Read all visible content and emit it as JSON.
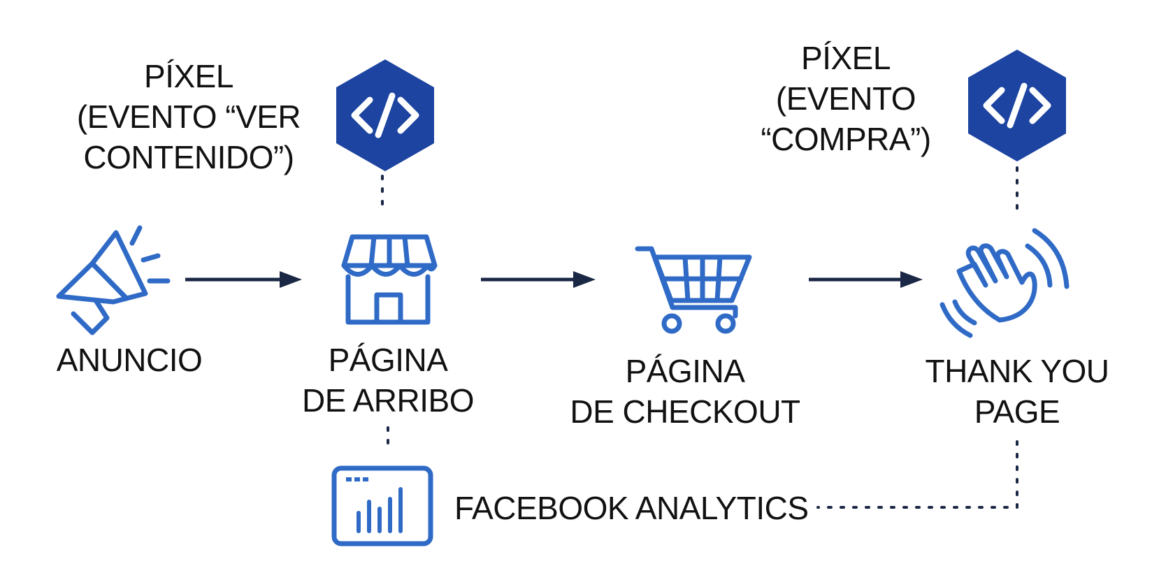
{
  "colors": {
    "icon_blue": "#2f6ac6",
    "hex_blue": "#1c44a0",
    "arrow_navy": "#1a2745",
    "text": "#111111",
    "background": "#ffffff"
  },
  "pixel_labels": {
    "view_content": [
      "PÍXEL",
      "(EVENTO “VER",
      "CONTENIDO”)"
    ],
    "purchase": [
      "PÍXEL",
      "(EVENTO",
      "“COMPRA”)"
    ]
  },
  "steps": [
    {
      "id": "ad",
      "icon": "megaphone-icon",
      "lines": [
        "ANUNCIO"
      ]
    },
    {
      "id": "landing",
      "icon": "storefront-icon",
      "lines": [
        "PÁGINA",
        "DE ARRIBO"
      ]
    },
    {
      "id": "checkout",
      "icon": "shopping-cart-icon",
      "lines": [
        "PÁGINA",
        "DE CHECKOUT"
      ]
    },
    {
      "id": "thanks",
      "icon": "waving-hand-icon",
      "lines": [
        "THANK YOU",
        "PAGE"
      ]
    }
  ],
  "code_glyph": "</>",
  "analytics": {
    "icon": "analytics-dashboard-icon",
    "label": "FACEBOOK ANALYTICS"
  }
}
